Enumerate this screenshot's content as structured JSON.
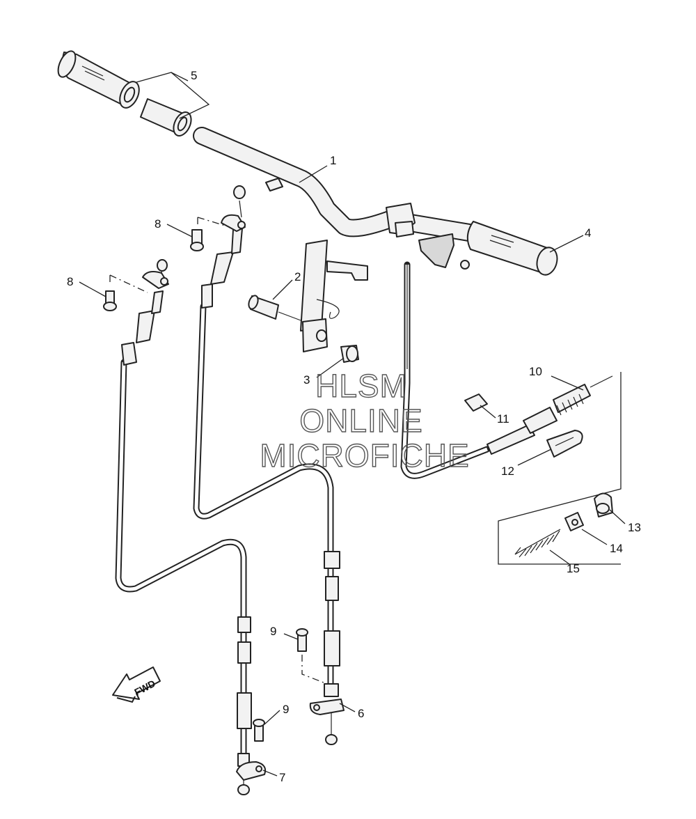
{
  "callouts": [
    {
      "id": "1",
      "label": "1"
    },
    {
      "id": "2",
      "label": "2"
    },
    {
      "id": "3",
      "label": "3"
    },
    {
      "id": "4",
      "label": "4"
    },
    {
      "id": "5",
      "label": "5"
    },
    {
      "id": "6",
      "label": "6"
    },
    {
      "id": "7",
      "label": "7"
    },
    {
      "id": "8a",
      "label": "8"
    },
    {
      "id": "8b",
      "label": "8"
    },
    {
      "id": "9a",
      "label": "9"
    },
    {
      "id": "9b",
      "label": "9"
    },
    {
      "id": "10",
      "label": "10"
    },
    {
      "id": "11",
      "label": "11"
    },
    {
      "id": "12",
      "label": "12"
    },
    {
      "id": "13",
      "label": "13"
    },
    {
      "id": "14",
      "label": "14"
    },
    {
      "id": "15",
      "label": "15"
    }
  ],
  "watermark": {
    "line1": "HLSM",
    "line2": "ONLINE",
    "line3": "MICROFICHE"
  },
  "fwd_arrow": {
    "label": "FWD"
  },
  "colors": {
    "line": "#222222",
    "background": "#ffffff",
    "watermark": "#555555"
  }
}
